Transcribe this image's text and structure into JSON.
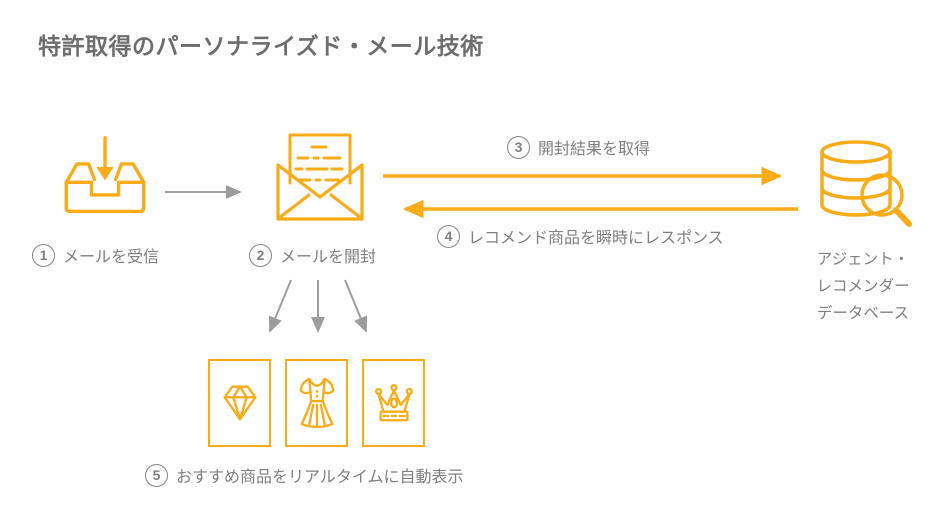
{
  "title": "特許取得のパーソナライズド・メール技術",
  "steps": [
    {
      "num": "1",
      "label": "メールを受信"
    },
    {
      "num": "2",
      "label": "メールを開封"
    },
    {
      "num": "3",
      "label": "開封結果を取得"
    },
    {
      "num": "4",
      "label": "レコメンド商品を瞬時にレスポンス"
    },
    {
      "num": "5",
      "label": "おすすめ商品をリアルタイムに自動表示"
    }
  ],
  "database": {
    "lines": [
      "アジェント・",
      "レコメンダー",
      "データベース"
    ]
  },
  "icons": {
    "receive": "inbox-receive-icon",
    "open": "open-email-icon",
    "database": "database-search-icon",
    "products": [
      "diamond-icon",
      "dress-icon",
      "crown-icon"
    ]
  },
  "colors": {
    "accent": "#f9ab18",
    "arrow_gray": "#9d9d9d",
    "text_gray": "#7f7f7f",
    "title_gray": "#6d6d6d"
  }
}
